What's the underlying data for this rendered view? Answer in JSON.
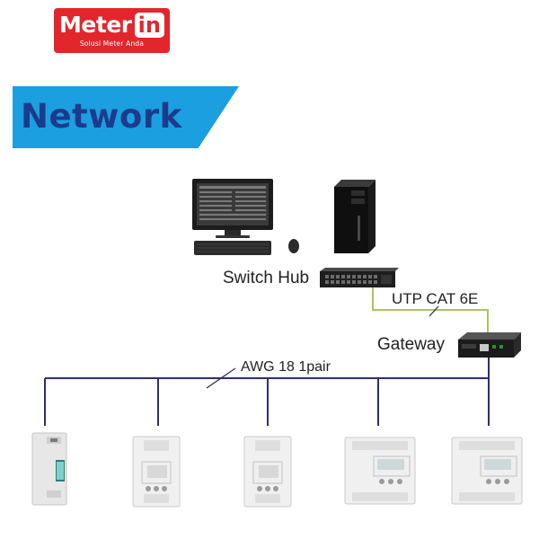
{
  "logo": {
    "word": "Meter",
    "box": "in",
    "tagline": "Solusi Meter Anda"
  },
  "banner": {
    "title": "Network"
  },
  "diagram": {
    "labels": {
      "switch_hub": "Switch Hub",
      "utp": "UTP CAT 6E",
      "gateway": "Gateway",
      "awg": "AWG 18 1pair"
    }
  },
  "colors": {
    "brand_red": "#e3262c",
    "banner_blue": "#1b9fe0",
    "title_navy": "#1d3b8b",
    "bus_line": "#2a2f7a",
    "ethernet_line": "#a8c65a"
  }
}
